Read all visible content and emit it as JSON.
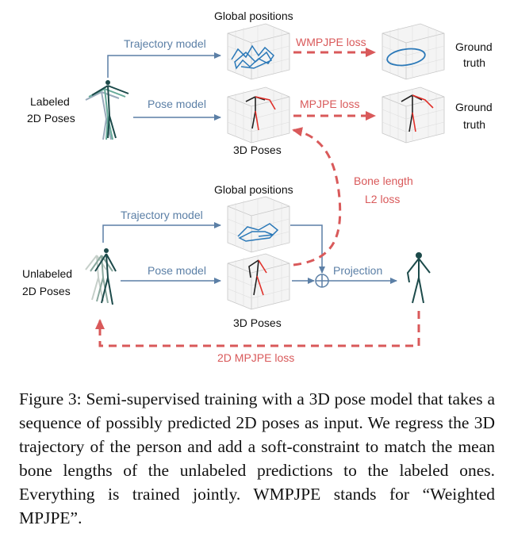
{
  "labels": {
    "global_positions_top": "Global positions",
    "trajectory_model_top": "Trajectory model",
    "wmpjpe_loss": "WMPJPE loss",
    "ground_truth_1": [
      "Ground",
      "truth"
    ],
    "labeled_2d_poses": [
      "Labeled",
      "2D Poses"
    ],
    "pose_model_top": "Pose model",
    "mpjpe_loss": "MPJPE loss",
    "ground_truth_2": [
      "Ground",
      "truth"
    ],
    "poses_3d_top": "3D Poses",
    "bone_length_loss": [
      "Bone length",
      "L2 loss"
    ],
    "global_positions_bottom": "Global positions",
    "trajectory_model_bottom": "Trajectory model",
    "unlabeled_2d_poses": [
      "Unlabeled",
      "2D Poses"
    ],
    "pose_model_bottom": "Pose model",
    "projection": "Projection",
    "poses_3d_bottom": "3D Poses",
    "mpjpe_2d_loss": "2D MPJPE loss"
  },
  "caption": "Figure 3: Semi-supervised training with a 3D pose model that takes a sequence of possibly predicted 2D poses as input. We regress the 3D trajectory of the person and add a soft-constraint to match the mean bone lengths of the unlabeled predictions to the labeled ones. Everything is trained jointly. WMPJPE stands for “Weighted MPJPE”.",
  "colors": {
    "model_arrow": "#5b7fa6",
    "loss_arrow": "#d9595a",
    "skeleton": "#1c4a4a",
    "trajectory": "#2a78b8",
    "red_limb": "#e0302a"
  }
}
